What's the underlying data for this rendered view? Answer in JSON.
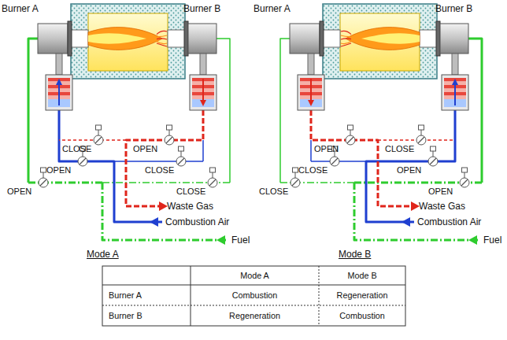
{
  "diagram": {
    "labels": [
      "Burner A",
      "Burner B",
      "CLOSE",
      "OPEN",
      "OPEN",
      "CLOSE",
      "OPEN",
      "CLOSE",
      "Waste Gas",
      "Combustion Air",
      "Fuel",
      "Mode A",
      "Burner A",
      "Burner B",
      "OPEN",
      "CLOSE",
      "CLOSE",
      "OPEN",
      "CLOSE",
      "OPEN",
      "Waste Gas",
      "Combustion Air",
      "Fuel",
      "Mode B",
      "Mode A",
      "Mode B",
      "Burner A",
      "Combustion",
      "Regeneration",
      "Burner B",
      "Regeneration",
      "Combustion"
    ]
  }
}
